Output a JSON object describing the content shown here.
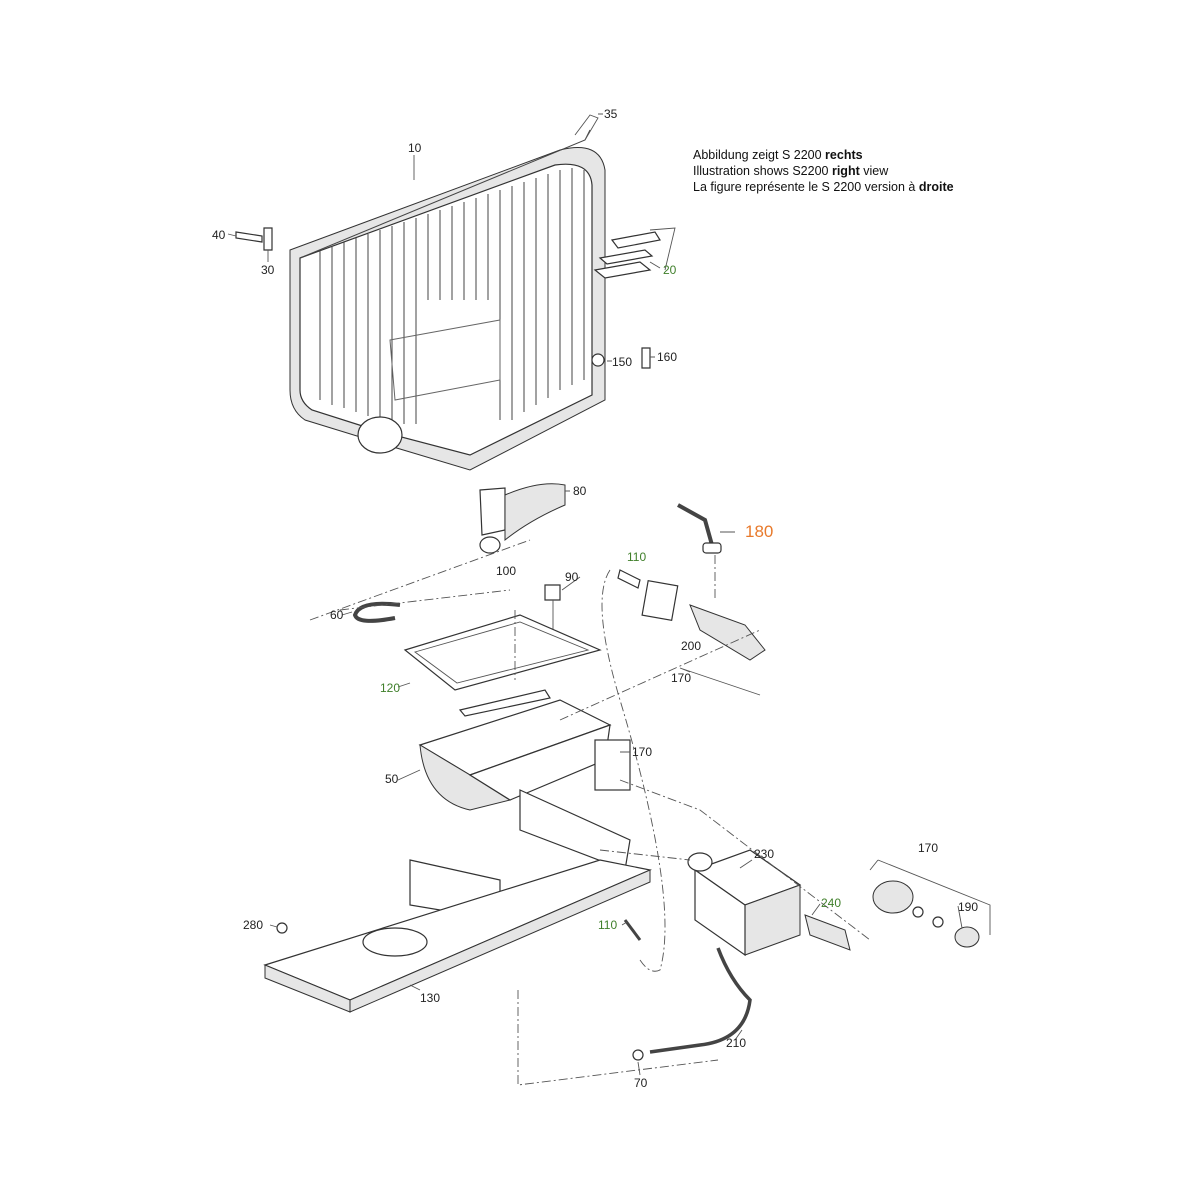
{
  "caption": {
    "line1": {
      "text": "Abbildung zeigt S 2200 ",
      "bold": "rechts",
      "tail": ""
    },
    "line2": {
      "text": "Illustration shows S2200 ",
      "bold": "right",
      "tail": " view"
    },
    "line3": {
      "text": "La figure représente le S 2200 version à ",
      "bold": "droite",
      "tail": ""
    }
  },
  "colors": {
    "green": "#3f7f2a",
    "orange": "#e87a2c"
  },
  "labels": {
    "p35": "35",
    "p10": "10",
    "p40": "40",
    "p30": "30",
    "p20": "20",
    "p150": "150",
    "p160": "160",
    "p80": "80",
    "p180": "180",
    "p110a": "110",
    "p100": "100",
    "p90": "90",
    "p60": "60",
    "p200": "200",
    "p170a": "170",
    "p120": "120",
    "p50": "50",
    "p170b": "170",
    "p170c": "170",
    "p230": "230",
    "p240": "240",
    "p190": "190",
    "p280": "280",
    "p110b": "110",
    "p130": "130",
    "p210": "210",
    "p70": "70"
  }
}
